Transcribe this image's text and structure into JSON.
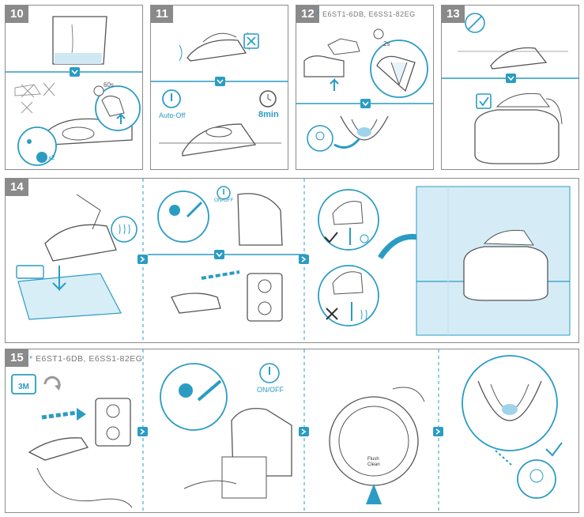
{
  "steps": {
    "s10": {
      "number": "10",
      "timer": "60s",
      "count": "x2"
    },
    "s11": {
      "number": "11",
      "auto_off": "Auto-Off",
      "time": "8min"
    },
    "s12": {
      "number": "12",
      "models_star": "*",
      "models": "E6ST1-6DB, E6SS1-82EG",
      "time": "2s"
    },
    "s13": {
      "number": "13"
    },
    "s14": {
      "number": "14",
      "onoff": "ON/OFF"
    },
    "s15": {
      "number": "15",
      "models_star": "*",
      "models": "E6ST1-6DB, E6SS1-82EG",
      "interval": "3M",
      "onoff": "ON/OFF",
      "dial": {
        "flush": "Flush",
        "clean": "Clean"
      }
    }
  },
  "colors": {
    "accent": "#2a9cc4",
    "frame": "#8c8c8c",
    "line": "#555555"
  },
  "icons": [
    "arrow-down-icon",
    "arrow-right-icon",
    "check-icon",
    "cross-icon",
    "clock-icon",
    "power-icon",
    "light-bulb-icon",
    "thermometer-icon",
    "snowflake-icon",
    "steam-icon",
    "refresh-icon",
    "calendar-icon",
    "sound-icon"
  ]
}
